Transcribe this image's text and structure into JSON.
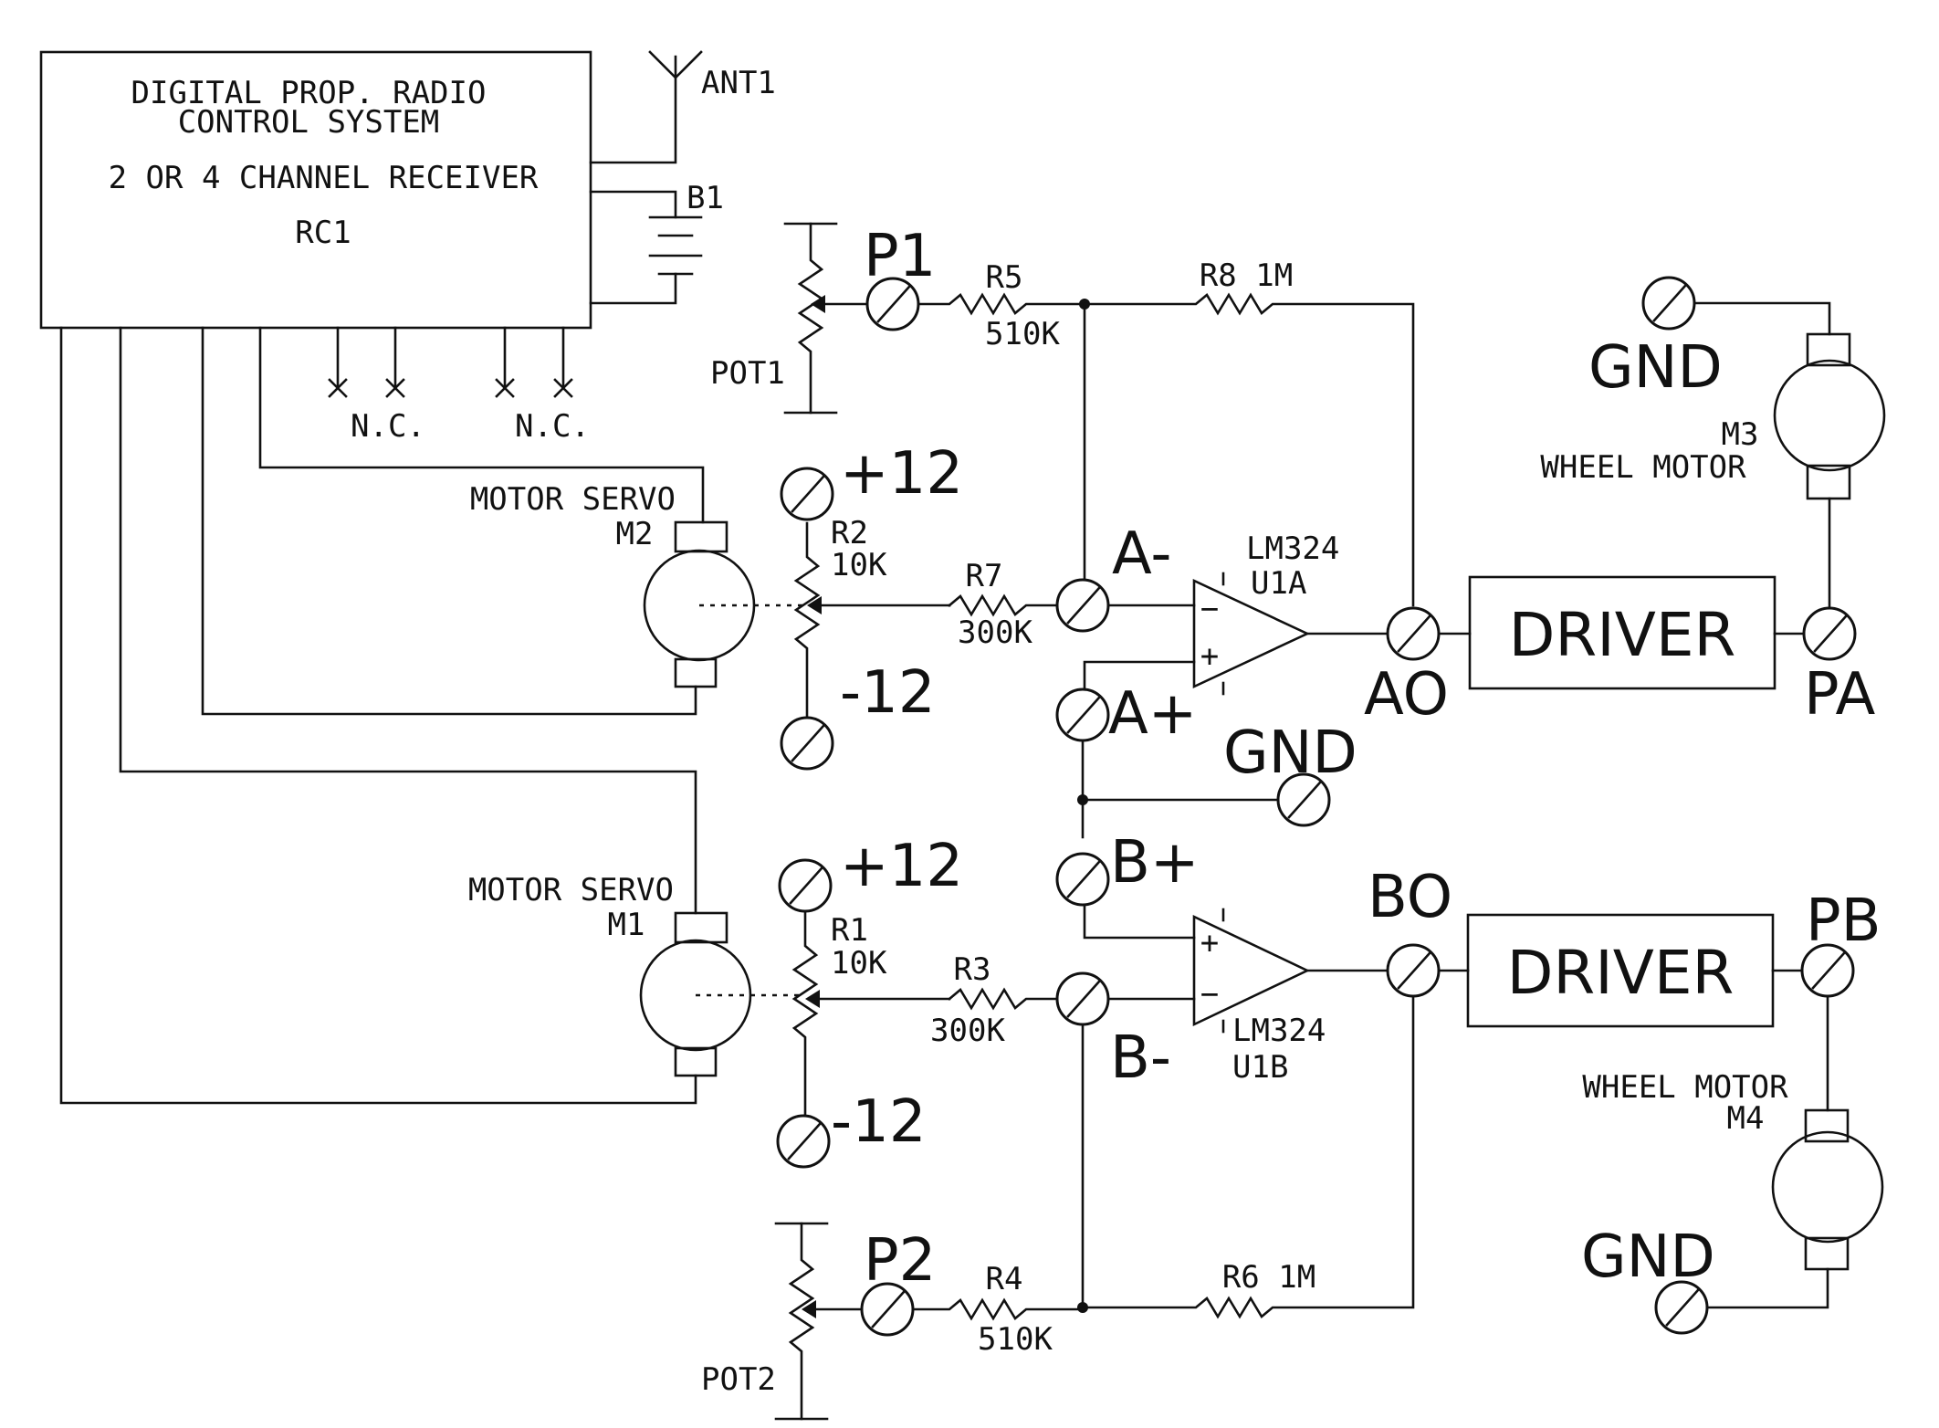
{
  "receiver": {
    "line1": "DIGITAL PROP. RADIO",
    "line2": "CONTROL SYSTEM",
    "line3": "2 OR 4 CHANNEL RECEIVER",
    "ref": "RC1"
  },
  "labels": {
    "ant": "ANT1",
    "battery": "B1",
    "nc1": "N.C.",
    "nc2": "N.C.",
    "p1": "P1",
    "p2": "P2",
    "pot1": "POT1",
    "pot2": "POT2",
    "r5": "R5",
    "r5_val": "510K",
    "r4": "R4",
    "r4_val": "510K",
    "r8": "R8 1M",
    "r6": "R6 1M",
    "r7": "R7",
    "r7_val": "300K",
    "r3": "R3",
    "r3_val": "300K",
    "r2": "R2",
    "r2_val": "10K",
    "r1": "R1",
    "r1_val": "10K",
    "plus12_top": "+12",
    "minus12_top": "-12",
    "plus12_bot": "+12",
    "minus12_bot": "-12",
    "servo_top": "MOTOR SERVO",
    "servo_top_ref": "M2",
    "servo_bot": "MOTOR SERVO",
    "servo_bot_ref": "M1",
    "a_minus": "A-",
    "a_plus": "A+",
    "b_plus": "B+",
    "b_minus": "B-",
    "u1a": "LM324",
    "u1a_ref": "U1A",
    "u1b": "LM324",
    "u1b_ref": "U1B",
    "ao": "AO",
    "bo": "BO",
    "pa": "PA",
    "pb": "PB",
    "driver_a": "DRIVER",
    "driver_b": "DRIVER",
    "gnd_top": "GND",
    "gnd_mid": "GND",
    "gnd_bot": "GND",
    "m3_ref": "M3",
    "m3": "WHEEL MOTOR",
    "m4": "WHEEL MOTOR",
    "m4_ref": "M4",
    "opamp_minus": "−",
    "opamp_plus": "+"
  }
}
